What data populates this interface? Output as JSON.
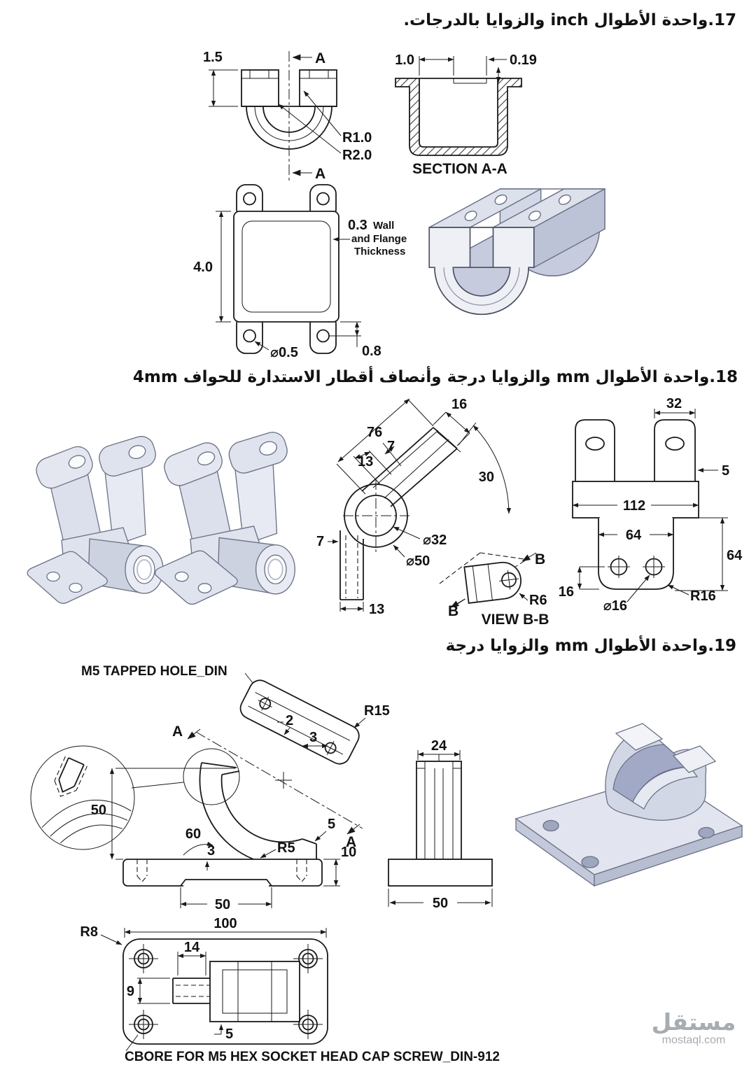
{
  "page": {
    "background": "#ffffff",
    "line_color": "#1a1a1a",
    "iso_fill": "#dfe3ee",
    "iso_shadow": "#a9afce",
    "watermark": {
      "word": "مستقل",
      "domain": "mostaql.com"
    }
  },
  "ex17": {
    "title": "17.واحدة الأطوال inch والزوايا بالدرجات.",
    "front": {
      "flange_height": "1.5",
      "section_label_top": "A",
      "section_label_bottom": "A",
      "fillet_inner": "R1.0",
      "fillet_outer": "R2.0"
    },
    "section": {
      "caption": "SECTION A-A",
      "rim_width": "1.0",
      "step_depth": "0.19"
    },
    "top": {
      "plate_height": "4.0",
      "wall_value": "0.3",
      "wall_note_1": "Wall",
      "wall_note_2": "and Flange",
      "wall_note_3": "Thickness",
      "hole_dia": "⌀0.5",
      "hole_offset": "0.8"
    }
  },
  "ex18": {
    "title": "18.واحدة الأطوال mm والزوايا درجة وأنصاف أقطار الاستدارة للحواف 4mm",
    "arm": {
      "tip_width": "16",
      "arm_length": "76",
      "step_a": "7",
      "step_b": "13",
      "angle": "30",
      "bore_dia": "⌀32",
      "boss_dia": "⌀50",
      "leg_offset": "7",
      "leg_width": "13"
    },
    "view_bb": {
      "b_top": "B",
      "b_bottom": "B",
      "radius": "R6",
      "caption": "VIEW B-B"
    },
    "front": {
      "ear_width": "32",
      "ear_offset": "5",
      "overall_width": "112",
      "slot_width": "64",
      "lug_height": "64",
      "hole_offset": "16",
      "hole_dia": "⌀16",
      "lug_radius": "R16"
    }
  },
  "ex19": {
    "title": "19.واحدة الأطوال mm والزوايا درجة",
    "notes": {
      "tapped_hole": "M5 TAPPED HOLE_DIN",
      "cbore": "CBORE FOR M5 HEX SOCKET HEAD CAP SCREW_DIN-912"
    },
    "main": {
      "section_top": "A",
      "section_bottom": "A",
      "slot_depth": "2",
      "slot_width": "3",
      "corner_radius": "R15",
      "height": "50",
      "angle": "60",
      "pad_height": "3",
      "face_width": "5",
      "fillet": "R5",
      "base_thickness": "10",
      "recess_width": "50"
    },
    "side": {
      "width": "24",
      "base_width": "50"
    },
    "plan": {
      "corner_radius": "R8",
      "length": "100",
      "arm_width": "14",
      "arm_height": "9",
      "boss_offset": "5"
    }
  }
}
